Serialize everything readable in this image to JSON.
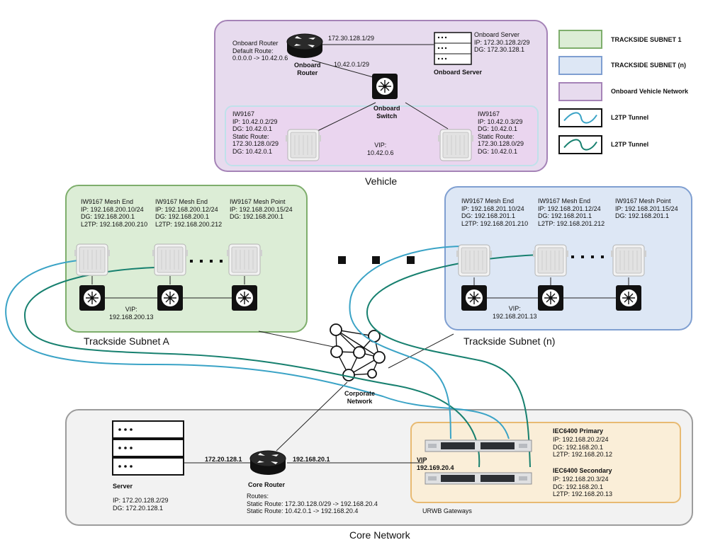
{
  "legend": [
    {
      "label": "TRACKSIDE SUBNET 1",
      "fill": "#dcedd6",
      "stroke": "#7eae6c"
    },
    {
      "label": "TRACKSIDE SUBNET (n)",
      "fill": "#dde7f5",
      "stroke": "#7f9fd1"
    },
    {
      "label": "Onboard Vehicle Network",
      "fill": "#e7dbee",
      "stroke": "#a583b7"
    },
    {
      "label": "L2TP Tunnel",
      "stroke": "#3aa3c6"
    },
    {
      "label": "L2TP Tunnel",
      "stroke": "#17806f"
    }
  ],
  "vehicle": {
    "title": "Vehicle",
    "router_label": "Onboard\nRouter",
    "router_info": "Onboard Router\nDefault Route:\n0.0.0.0 -> 10.42.0.6",
    "router_server_link": "172.30.128.1/29",
    "router_switch_link": "10.42.0.1/29",
    "server_info": "Onboard Server\nIP: 172.30.128.2/29\nDG: 172.30.128.1",
    "server_label": "Onboard Server",
    "switch_label": "Onboard\nSwitch",
    "ap_left_info": "IW9167\nIP: 10.42.0.2/29\nDG: 10.42.0.1\nStatic Route:\n172.30.128.0/29\nDG: 10.42.0.1",
    "ap_right_info": "IW9167\nIP: 10.42.0.3/29\nDG: 10.42.0.1\nStatic Route:\n172.30.128.0/29\nDG: 10.42.0.1",
    "vip": "VIP:\n10.42.0.6"
  },
  "subnet_a": {
    "title": "Trackside Subnet A",
    "ap1": "IW9167 Mesh End\nIP: 192.168.200.10/24\nDG: 192.168.200.1\nL2TP: 192.168.200.210",
    "ap2": "IW9167 Mesh End\nIP: 192.168.200.12/24\nDG: 192.168.200.1\nL2TP: 192.168.200.212",
    "ap3": "IW9167 Mesh Point\nIP: 192.168.200.15/24\nDG: 192.168.200.1",
    "vip": "VIP:\n192.168.200.13"
  },
  "subnet_n": {
    "title": "Trackside Subnet (n)",
    "ap1": "IW9167 Mesh End\nIP: 192.168.201.10/24\nDG: 192.168.201.1\nL2TP: 192.168.201.210",
    "ap2": "IW9167 Mesh End\nIP: 192.168.201.12/24\nDG: 192.168.201.1\nL2TP: 192.168.201.212",
    "ap3": "IW9167 Mesh Point\nIP: 192.168.201.15/24\nDG: 192.168.201.1",
    "vip": "VIP:\n192.168.201.13"
  },
  "corporate": {
    "label": "Corporate\nNetwork"
  },
  "core": {
    "title": "Core Network",
    "server_label": "Server",
    "server_info": "IP: 172.20.128.2/29\nDG: 172.20.128.1",
    "server_router_link": "172.20.128.1",
    "router_label": "Core Router",
    "router_gw_link": "192.168.20.1",
    "routes": "Routes:\nStatic Route: 172.30.128.0/29 -> 192.168.20.4\nStatic Route: 10.42.0.1 -> 192.168.20.4",
    "gw_vip": "VIP\n192.169.20.4",
    "gw_primary_title": "IEC6400 Primary",
    "gw_primary": "IP: 192.168.20.2/24\nDG: 192.168.20.1\nL2TP: 192.168.20.12",
    "gw_secondary_title": "IEC6400 Secondary",
    "gw_secondary": "IP: 192.168.20.3/24\nDG: 192.168.20.1\nL2TP: 192.168.20.13",
    "gateways_label": "URWB Gateways"
  }
}
